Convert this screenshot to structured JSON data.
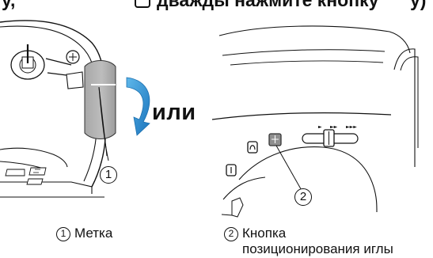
{
  "crop_text": {
    "left": "у,",
    "middle": "дважды нажмите кнопку",
    "right": "у)"
  },
  "illustration": {
    "or_label": "или",
    "callout_1": "1",
    "callout_2": "2"
  },
  "legend": {
    "item_1_number": "1",
    "item_1_label": "Метка",
    "item_2_number": "2",
    "item_2_label_line1": "Кнопка",
    "item_2_label_line2": "позиционирования иглы"
  },
  "colors": {
    "handwheel_fill": "#b3b3b3",
    "arrow_fill": "#2f8fd1",
    "ink": "#111111"
  }
}
